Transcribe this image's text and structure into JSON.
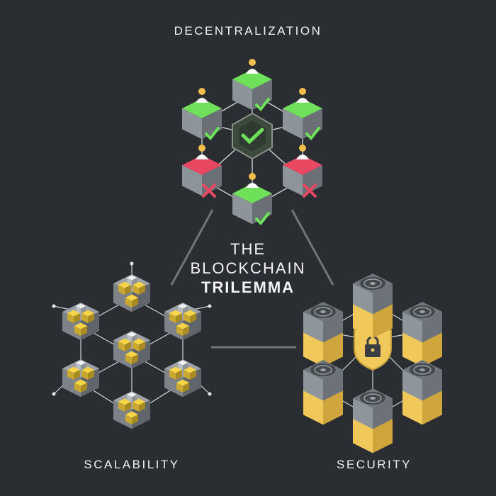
{
  "title": {
    "line1": "THE",
    "line2": "BLOCKCHAIN",
    "line3": "TRILEMMA"
  },
  "corners": {
    "decentralization": "DECENTRALIZATION",
    "scalability": "SCALABILITY",
    "security": "SECURITY"
  },
  "colors": {
    "background": "#2a2d31",
    "approved": "#6fe05a",
    "rejected": "#e84862",
    "scalability_accent": "#f7d547",
    "security_accent": "#f0c95a",
    "server_stripe": "#7ed4e8"
  }
}
